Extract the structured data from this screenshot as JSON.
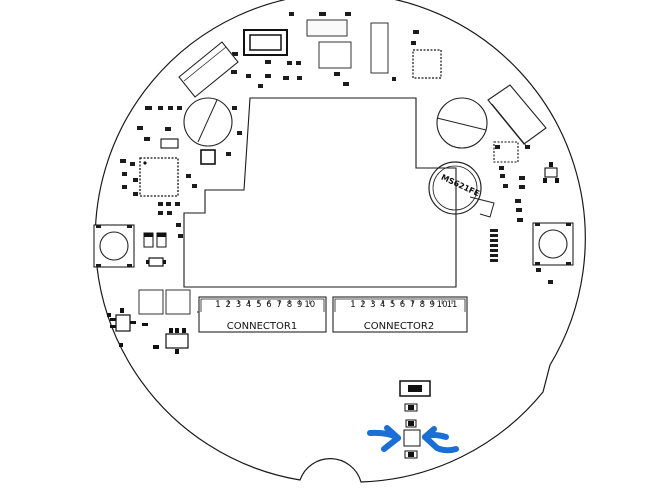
{
  "board": {
    "connectors": [
      {
        "name": "CONNECTOR1",
        "pins": [
          "1",
          "2",
          "3",
          "4",
          "5",
          "6",
          "7",
          "8",
          "9",
          "10"
        ]
      },
      {
        "name": "CONNECTOR2",
        "pins": [
          "1",
          "2",
          "3",
          "4",
          "5",
          "6",
          "7",
          "8",
          "9",
          "10",
          "11"
        ]
      }
    ],
    "battery_label": "MS621FE"
  },
  "colors": {
    "outline": "#1a1a1a",
    "pad_dark": "#1c1c1c",
    "annotation_arrow": "#1a6fd6"
  }
}
